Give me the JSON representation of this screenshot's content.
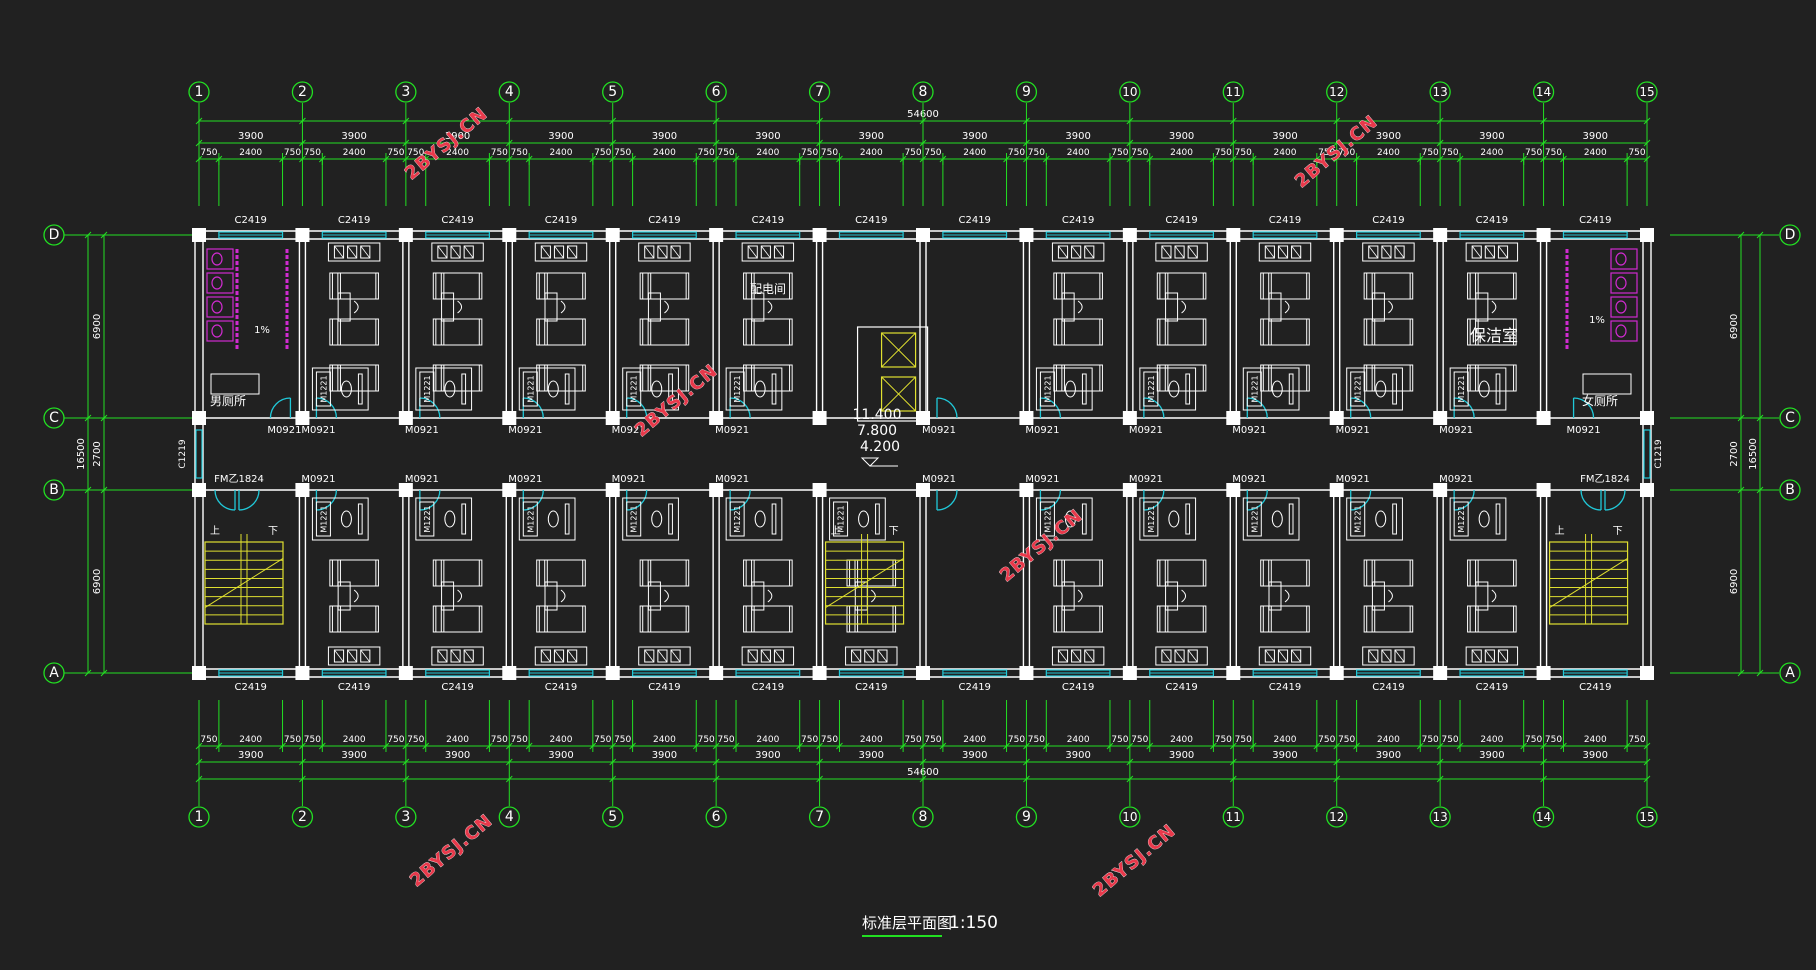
{
  "drawing": {
    "title": "标准层平面图",
    "scale": "1:150",
    "elevations": [
      "11.400",
      "7.800",
      "4.200"
    ]
  },
  "axes": {
    "columns": [
      "1",
      "2",
      "3",
      "4",
      "5",
      "6",
      "7",
      "8",
      "9",
      "10",
      "11",
      "12",
      "13",
      "14",
      "15"
    ],
    "rows": [
      "D",
      "C",
      "B",
      "A"
    ]
  },
  "dimensions": {
    "overall": "54600",
    "bay": "3900",
    "segments": [
      "750",
      "2400",
      "750"
    ],
    "left_total": "16500",
    "left_parts": [
      "6900",
      "2700",
      "6900"
    ],
    "right_total": "16500",
    "right_parts": [
      "6900",
      "2700",
      "6900"
    ]
  },
  "rooms": {
    "electrical": "配电间",
    "cleaning": "保洁室",
    "mens_toilet": "男厕所",
    "womens_toilet": "女厕所",
    "slope": "1%"
  },
  "tags": {
    "window": "C2419",
    "door_room": "M0921",
    "door_bath": "M1221",
    "fire_door": "FM乙1824",
    "end_window": "C1219",
    "stair_up": "上",
    "stair_down": "下"
  },
  "watermark": "2BYSJ.CN",
  "colors": {
    "background": "#212121",
    "axis": "#22e022",
    "wall": "#ffffff",
    "window": "#20c8d8",
    "fixture": "#d02bd0",
    "stair": "#e0e030",
    "watermark": "#e8394b"
  }
}
